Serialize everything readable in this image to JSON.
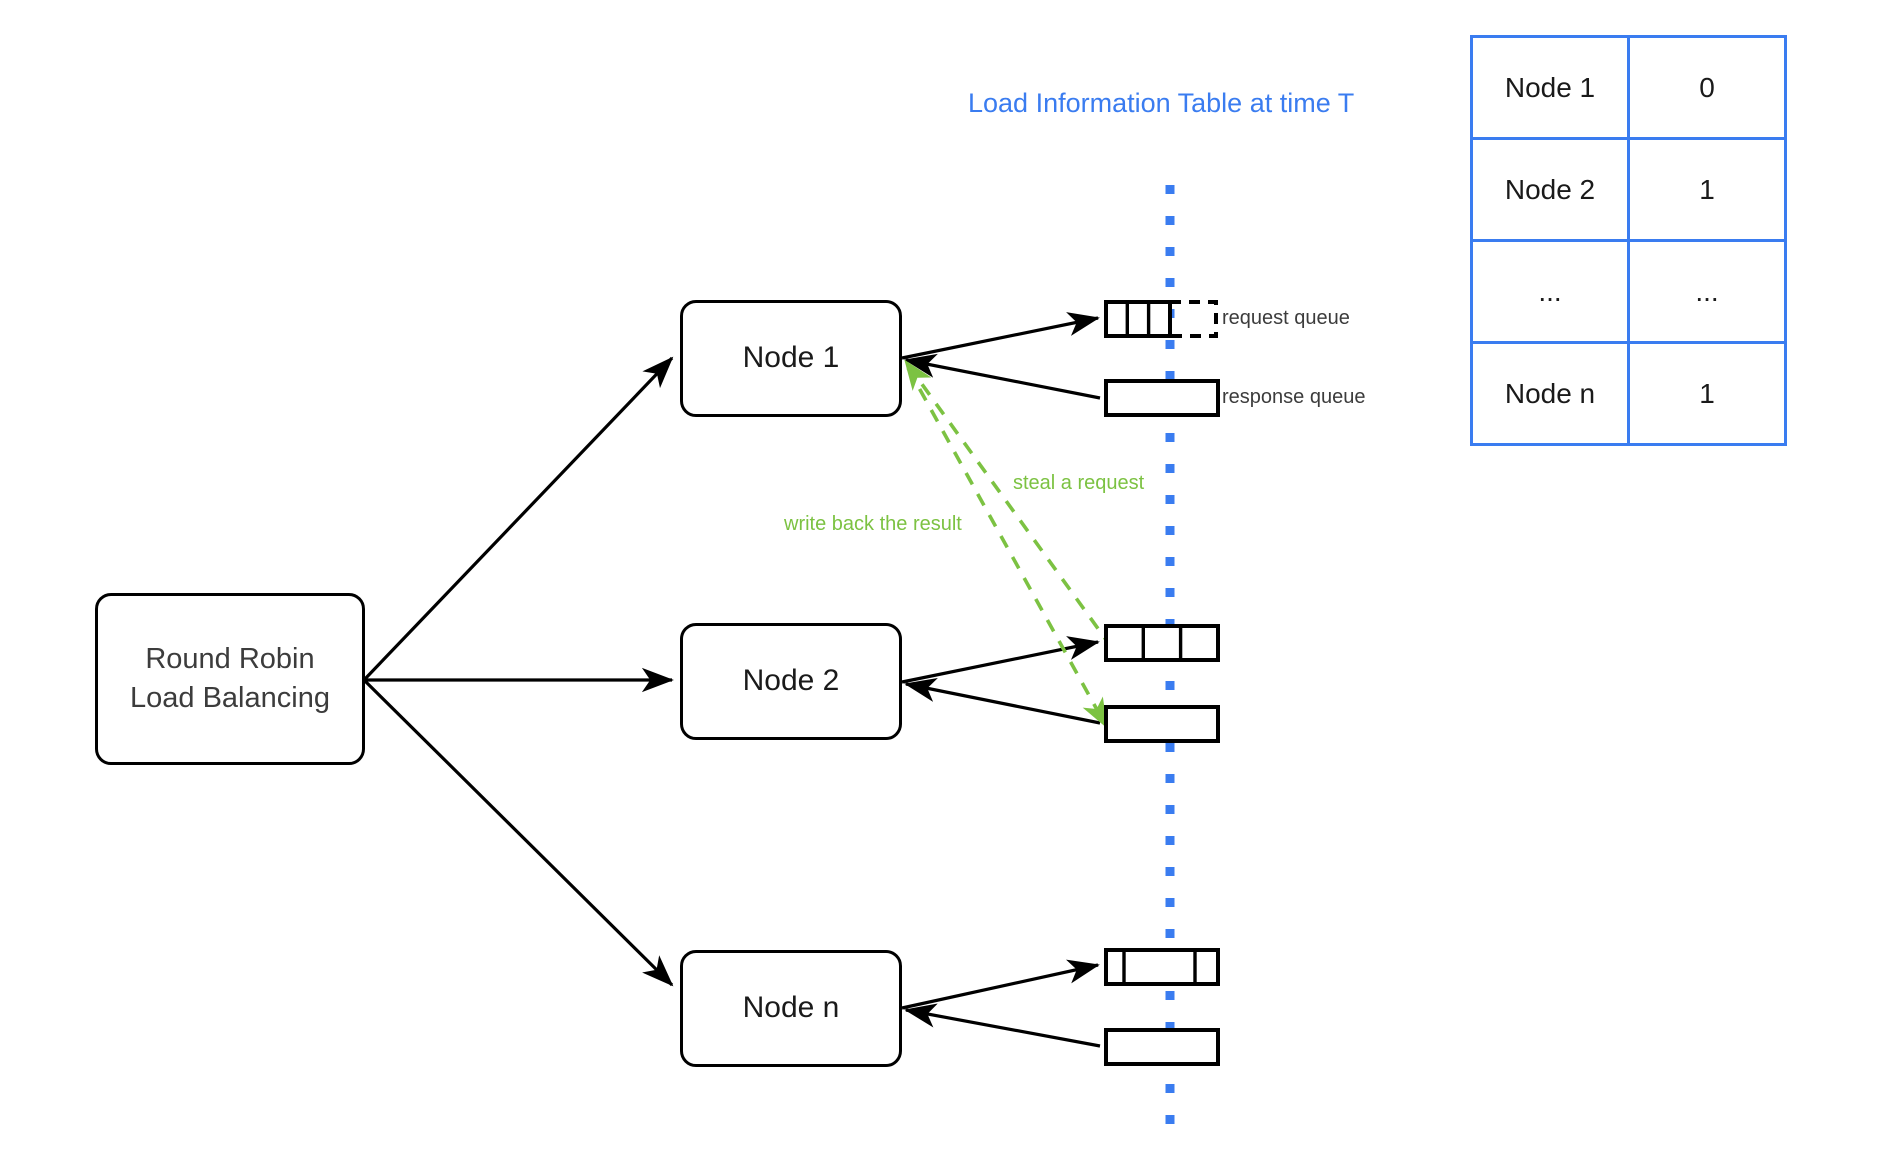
{
  "diagram": {
    "title": "Load Information Table at time T",
    "load_balancer": {
      "label": "Round Robin\nLoad Balancing"
    },
    "nodes": [
      {
        "label": "Node 1"
      },
      {
        "label": "Node 2"
      },
      {
        "label": "Node n"
      }
    ],
    "queue_labels": {
      "request": "request queue",
      "response": "response queue"
    },
    "steal_labels": {
      "steal": "steal a request",
      "write_back": "write back the result"
    },
    "colors": {
      "accent_blue": "#3a7cf0",
      "steal_green": "#7cc242",
      "stroke_black": "#000000",
      "text_dark": "#3c3c3c"
    }
  },
  "table": {
    "rows": [
      {
        "node": "Node 1",
        "load": "0"
      },
      {
        "node": "Node 2",
        "load": "1"
      },
      {
        "node": "...",
        "load": "..."
      },
      {
        "node": "Node n",
        "load": "1"
      }
    ]
  }
}
